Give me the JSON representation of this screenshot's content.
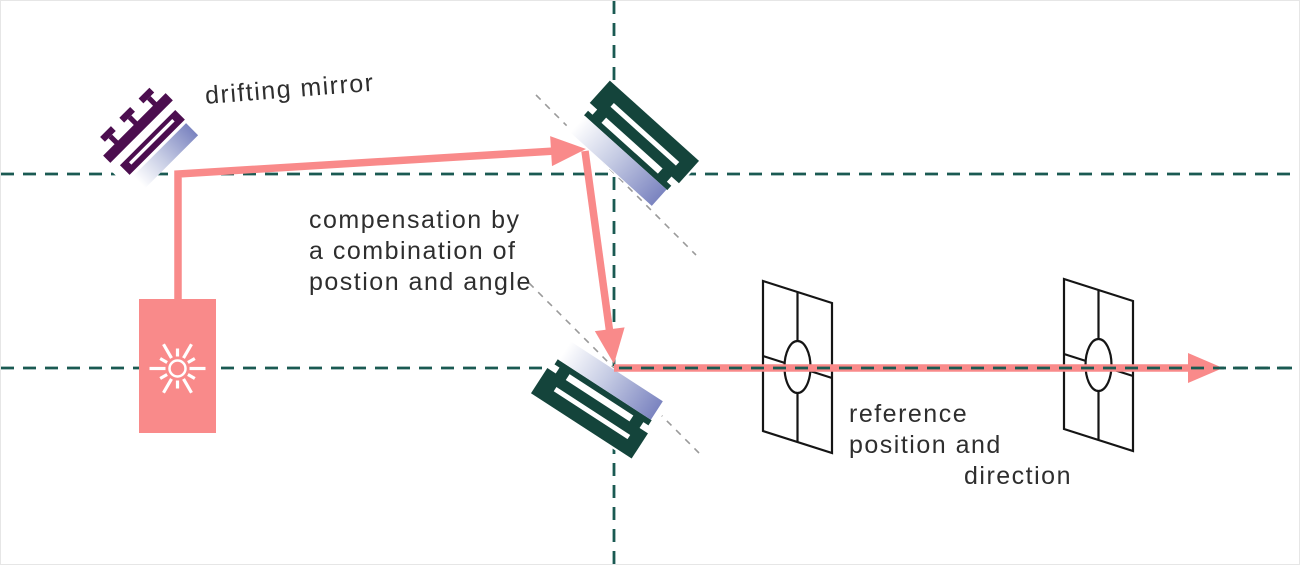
{
  "diagram": {
    "labels": {
      "drifting_mirror": "drifting mirror",
      "compensation": {
        "lines": [
          "compensation by",
          "a combination of",
          "postion and angle"
        ]
      },
      "reference": {
        "lines": [
          "reference",
          "position and",
          "direction"
        ]
      }
    },
    "colors": {
      "beam_pink": "#f98a8a",
      "axis_teal": "#1a5a52",
      "mirror_teal": "#14443b",
      "mount_purple": "#4c0e4f",
      "glass_blue": "#7b84c0",
      "detector_black": "#151515",
      "mirror_plane_gray": "#9a9a9a",
      "text": "#2e2e2e",
      "background": "#ffffff"
    },
    "icons": {
      "laser": "laser-starburst-icon",
      "drifting_mirror": "adjustable-mirror-icon",
      "steering_mirrors": "mirror-icon",
      "detectors": "quadrant-target-icon",
      "beam_arrows": "arrowhead-icon"
    }
  }
}
